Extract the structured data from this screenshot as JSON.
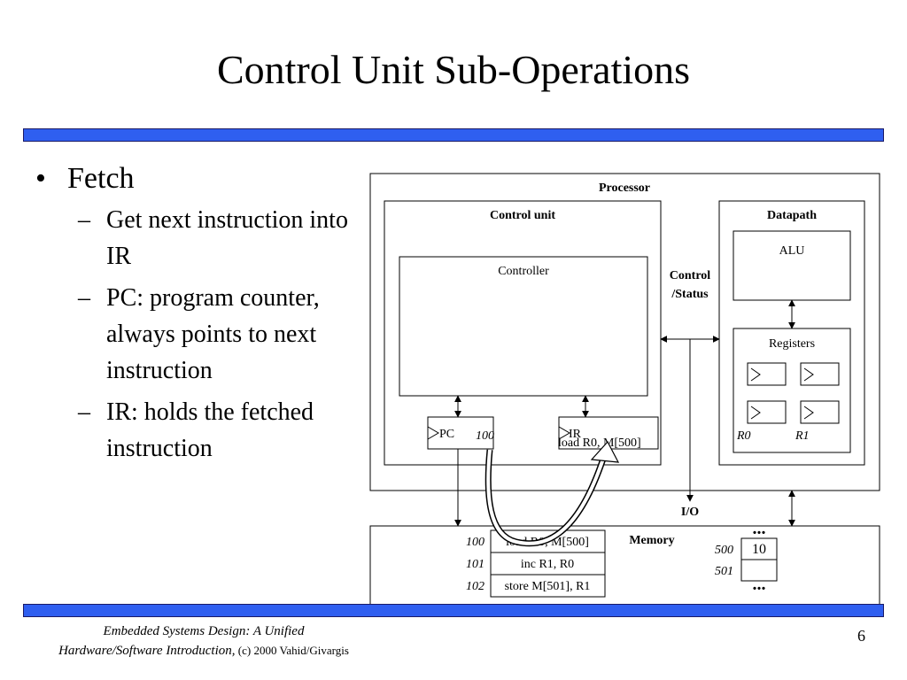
{
  "slide": {
    "title": "Control Unit Sub-Operations",
    "page_number": "6",
    "colors": {
      "accent_bar": "#2f5ff0"
    }
  },
  "bullets": {
    "main": "Fetch",
    "subs": [
      "Get next instruction into IR",
      "PC: program counter, always points to next instruction",
      "IR: holds the fetched instruction"
    ]
  },
  "diagram": {
    "processor_label": "Processor",
    "control_unit_label": "Control unit",
    "datapath_label": "Datapath",
    "controller_label": "Controller",
    "control_status_line1": "Control",
    "control_status_line2": "/Status",
    "alu_label": "ALU",
    "registers_label": "Registers",
    "pc_label": "PC",
    "pc_value": "100",
    "ir_label": "IR",
    "ir_value": "load R0, M[500]",
    "r0_label": "R0",
    "r1_label": "R1",
    "io_label": "I/O",
    "memory_label": "Memory",
    "memory_rows": [
      {
        "addr": "100",
        "content": "load R0, M[500]"
      },
      {
        "addr": "101",
        "content": "inc R1, R0"
      },
      {
        "addr": "102",
        "content": "store M[501], R1"
      }
    ],
    "data_rows": [
      {
        "addr": "500",
        "content": "10"
      },
      {
        "addr": "501",
        "content": ""
      }
    ],
    "ellipsis": "..."
  },
  "footer": {
    "line1": "Embedded Systems Design: A Unified",
    "line2_italic": "Hardware/Software Introduction,",
    "line2_plain": " (c) 2000 Vahid/Givargis"
  }
}
